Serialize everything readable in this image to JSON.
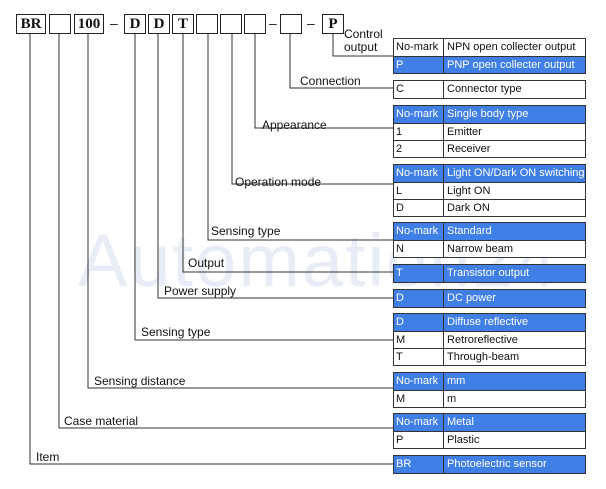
{
  "code": {
    "boxes": [
      "BR",
      "",
      "100",
      "D",
      "D",
      "T",
      "",
      "",
      "",
      "P"
    ],
    "dashes": [
      "–",
      "–",
      "–"
    ]
  },
  "labels": {
    "control_output": "Control output",
    "connection": "Connection",
    "appearance": "Appearance",
    "operation_mode": "Operation mode",
    "sensing_type_1": "Sensing type",
    "output": "Output",
    "power_supply": "Power supply",
    "sensing_type_2": "Sensing type",
    "sensing_distance": "Sensing distance",
    "case_material": "Case material",
    "item": "Item"
  },
  "tables": {
    "control_output": [
      {
        "code": "No-mark",
        "desc": "NPN open collecter output",
        "hl": false
      },
      {
        "code": "P",
        "desc": "PNP open collecter output",
        "hl": true
      }
    ],
    "connection": [
      {
        "code": "C",
        "desc": "Connector type",
        "hl": false
      }
    ],
    "appearance": [
      {
        "code": "No-mark",
        "desc": "Single body type",
        "hl": true
      },
      {
        "code": "1",
        "desc": "Emitter",
        "hl": false
      },
      {
        "code": "2",
        "desc": "Receiver",
        "hl": false
      }
    ],
    "operation_mode": [
      {
        "code": "No-mark",
        "desc": "Light ON/Dark ON switching",
        "hl": true
      },
      {
        "code": "L",
        "desc": "Light ON",
        "hl": false
      },
      {
        "code": "D",
        "desc": "Dark ON",
        "hl": false
      }
    ],
    "sensing_type_1": [
      {
        "code": "No-mark",
        "desc": "Standard",
        "hl": true
      },
      {
        "code": "N",
        "desc": "Narrow beam",
        "hl": false
      }
    ],
    "output": [
      {
        "code": "T",
        "desc": "Transistor output",
        "hl": true
      }
    ],
    "power_supply": [
      {
        "code": "D",
        "desc": "DC power",
        "hl": true
      }
    ],
    "sensing_type_2": [
      {
        "code": "D",
        "desc": "Diffuse reflective",
        "hl": true
      },
      {
        "code": "M",
        "desc": "Retroreflective",
        "hl": false
      },
      {
        "code": "T",
        "desc": "Through-beam",
        "hl": false
      }
    ],
    "sensing_distance": [
      {
        "code": "No-mark",
        "desc": "mm",
        "hl": true
      },
      {
        "code": "M",
        "desc": "m",
        "hl": false
      }
    ],
    "case_material": [
      {
        "code": "No-mark",
        "desc": "Metal",
        "hl": true
      },
      {
        "code": "P",
        "desc": "Plastic",
        "hl": false
      }
    ],
    "item": [
      {
        "code": "BR",
        "desc": "Photoelectric sensor",
        "hl": true
      }
    ]
  },
  "watermark": "Automation24",
  "colors": {
    "highlight": "#3f7fe6",
    "line": "#333333"
  }
}
